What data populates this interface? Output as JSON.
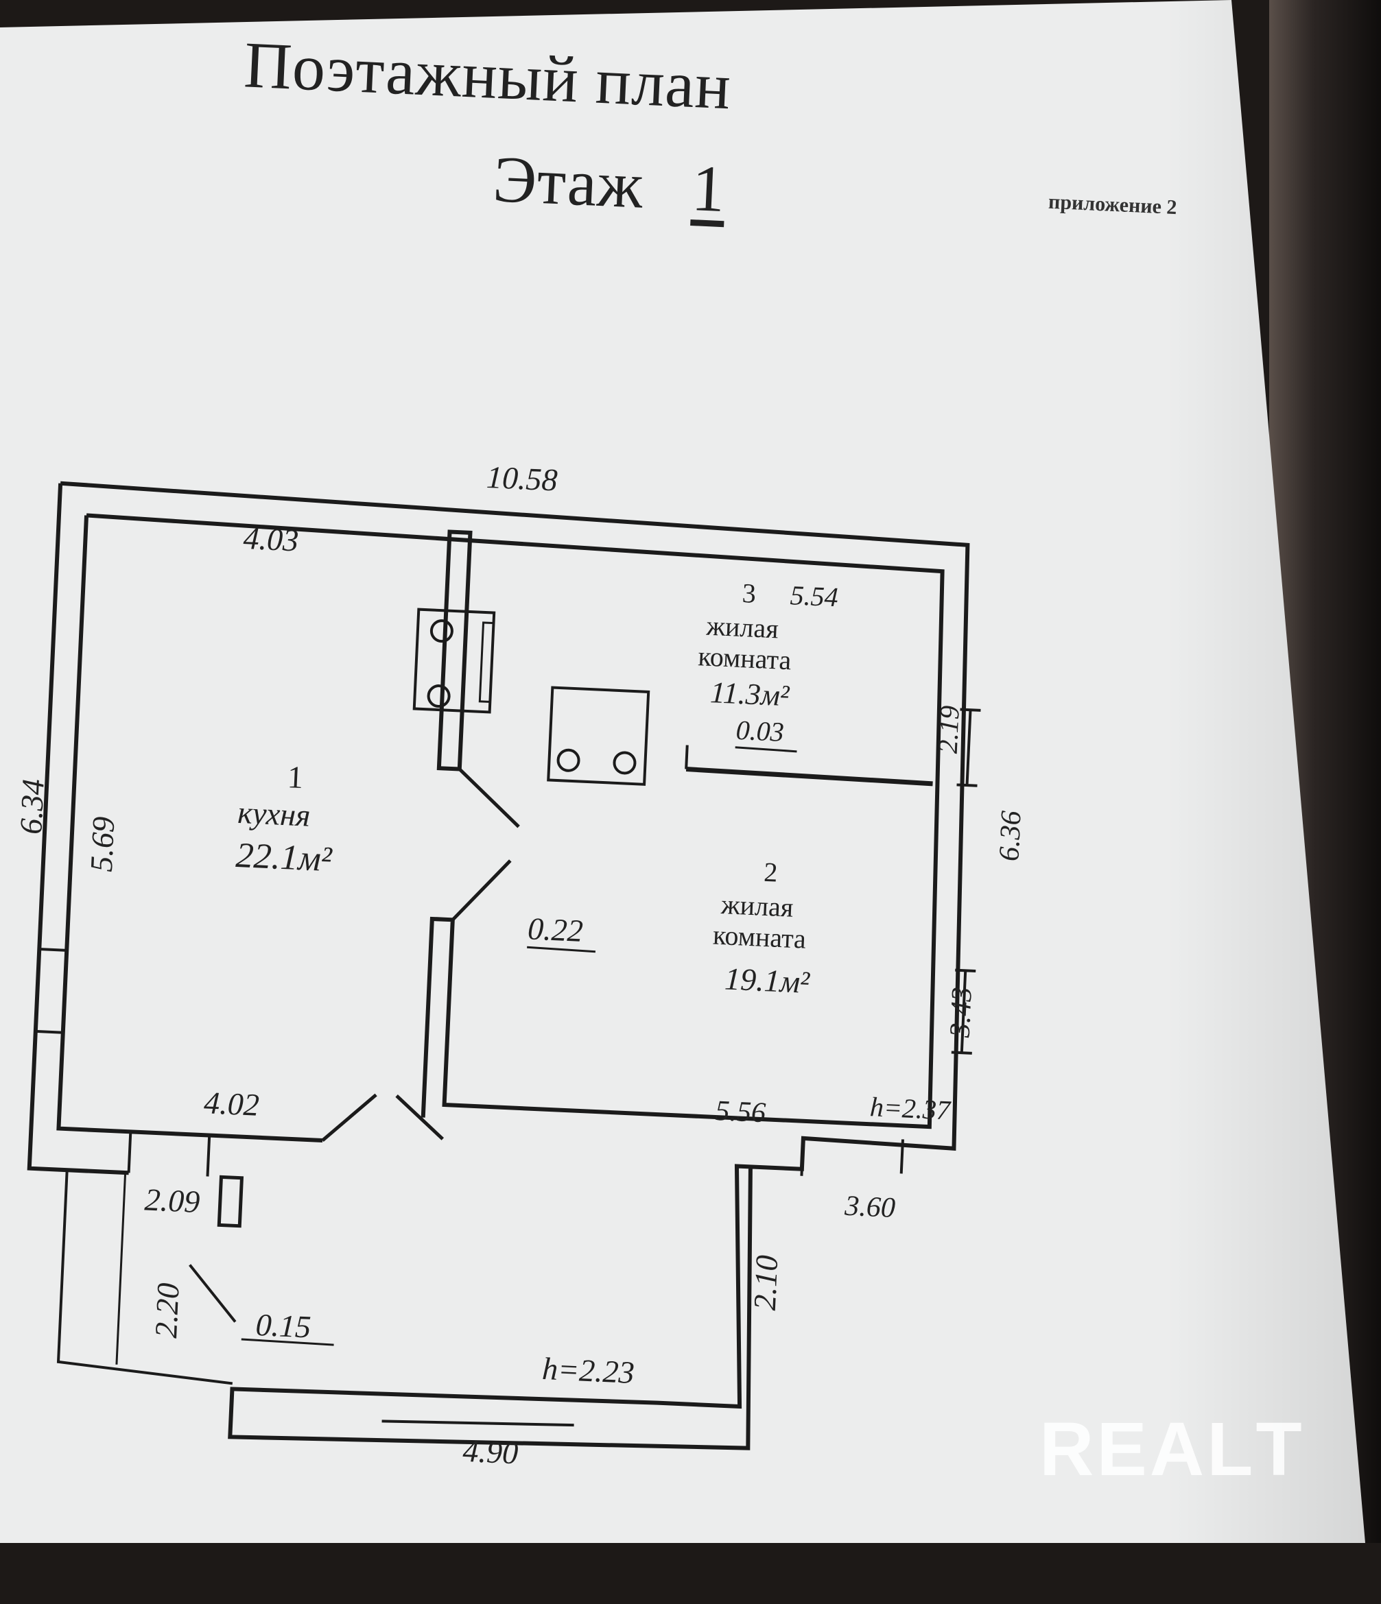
{
  "header": {
    "title": "Поэтажный план",
    "floor_label": "Этаж",
    "floor_number": "1",
    "appendix": "приложение 2"
  },
  "rooms": [
    {
      "number": "1",
      "name": "кухня",
      "area": "22.1м²"
    },
    {
      "number": "2",
      "name_line1": "жилая",
      "name_line2": "комната",
      "area": "19.1м²"
    },
    {
      "number": "3",
      "name_line1": "жилая",
      "name_line2": "комната",
      "area": "11.3м²"
    }
  ],
  "dimensions": {
    "overall_width": "10.58",
    "kitchen_top": "4.03",
    "kitchen_bottom": "4.02",
    "kitchen_depth": "5.69",
    "overall_depth_left": "6.34",
    "room3_width": "5.54",
    "room3_depth": "2.19",
    "room3_wall": "0.03",
    "overall_depth_right": "6.36",
    "room2_depth": "3.43",
    "room2_width": "5.56",
    "room2_height": "h=2.37",
    "partition": "0.22",
    "right_offset": "3.60",
    "porch_width_top": "2.09",
    "porch_depth": "2.20",
    "porch_wall": "0.15",
    "porch_side": "2.10",
    "porch_height": "h=2.23",
    "porch_width_bottom": "4.90"
  },
  "watermark": "RЕАLТ"
}
